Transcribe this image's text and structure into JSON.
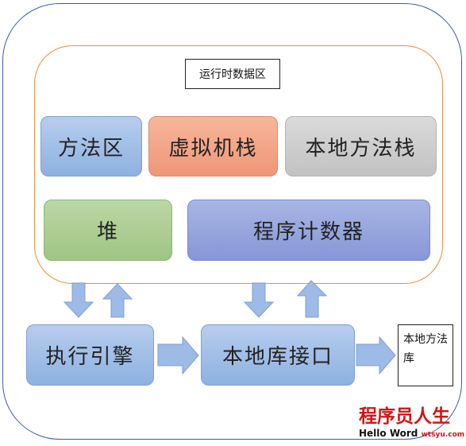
{
  "runtime_area": {
    "label": "运行时数据区"
  },
  "boxes": {
    "method_area": "方法区",
    "vm_stack": "虚拟机栈",
    "native_method_stack": "本地方法栈",
    "heap": "堆",
    "pc_register": "程序计数器",
    "execution_engine": "执行引擎",
    "native_interface": "本地库接口",
    "native_library": "本地方法库"
  },
  "watermark": {
    "title": "程序员人生",
    "subtitle": "Hello Word",
    "url": "wtsyu.com"
  },
  "colors": {
    "outer_border": "#3b5aa8",
    "runtime_border": "#f08a3a",
    "blue": "#8db1e0",
    "orange": "#ef9677",
    "gray": "#c2c2c2",
    "green": "#9fc583",
    "purple": "#8796d6",
    "arrow": "#9dbbe6"
  }
}
